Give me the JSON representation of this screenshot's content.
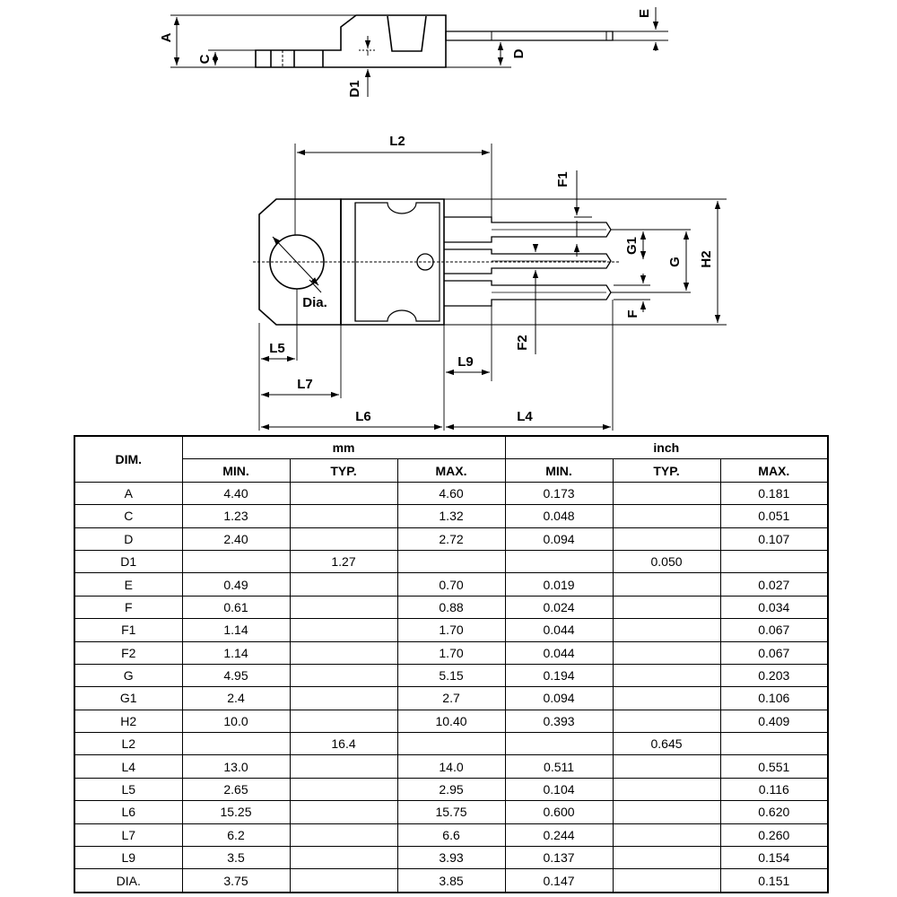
{
  "drawing": {
    "labels": {
      "A": "A",
      "C": "C",
      "D": "D",
      "D1": "D1",
      "E": "E",
      "L2": "L2",
      "F1": "F1",
      "G1": "G1",
      "G": "G",
      "H2": "H2",
      "F": "F",
      "F2": "F2",
      "Dia": "Dia.",
      "L5": "L5",
      "L7": "L7",
      "L9": "L9",
      "L6": "L6",
      "L4": "L4"
    }
  },
  "table": {
    "dim_header": "DIM.",
    "mm_header": "mm",
    "inch_header": "inch",
    "sub_headers": [
      "MIN.",
      "TYP.",
      "MAX.",
      "MIN.",
      "TYP.",
      "MAX."
    ],
    "rows": [
      [
        "A",
        "4.40",
        "",
        "4.60",
        "0.173",
        "",
        "0.181"
      ],
      [
        "C",
        "1.23",
        "",
        "1.32",
        "0.048",
        "",
        "0.051"
      ],
      [
        "D",
        "2.40",
        "",
        "2.72",
        "0.094",
        "",
        "0.107"
      ],
      [
        "D1",
        "",
        "1.27",
        "",
        "",
        "0.050",
        ""
      ],
      [
        "E",
        "0.49",
        "",
        "0.70",
        "0.019",
        "",
        "0.027"
      ],
      [
        "F",
        "0.61",
        "",
        "0.88",
        "0.024",
        "",
        "0.034"
      ],
      [
        "F1",
        "1.14",
        "",
        "1.70",
        "0.044",
        "",
        "0.067"
      ],
      [
        "F2",
        "1.14",
        "",
        "1.70",
        "0.044",
        "",
        "0.067"
      ],
      [
        "G",
        "4.95",
        "",
        "5.15",
        "0.194",
        "",
        "0.203"
      ],
      [
        "G1",
        "2.4",
        "",
        "2.7",
        "0.094",
        "",
        "0.106"
      ],
      [
        "H2",
        "10.0",
        "",
        "10.40",
        "0.393",
        "",
        "0.409"
      ],
      [
        "L2",
        "",
        "16.4",
        "",
        "",
        "0.645",
        ""
      ],
      [
        "L4",
        "13.0",
        "",
        "14.0",
        "0.511",
        "",
        "0.551"
      ],
      [
        "L5",
        "2.65",
        "",
        "2.95",
        "0.104",
        "",
        "0.116"
      ],
      [
        "L6",
        "15.25",
        "",
        "15.75",
        "0.600",
        "",
        "0.620"
      ],
      [
        "L7",
        "6.2",
        "",
        "6.6",
        "0.244",
        "",
        "0.260"
      ],
      [
        "L9",
        "3.5",
        "",
        "3.93",
        "0.137",
        "",
        "0.154"
      ],
      [
        "DIA.",
        "3.75",
        "",
        "3.85",
        "0.147",
        "",
        "0.151"
      ]
    ]
  }
}
